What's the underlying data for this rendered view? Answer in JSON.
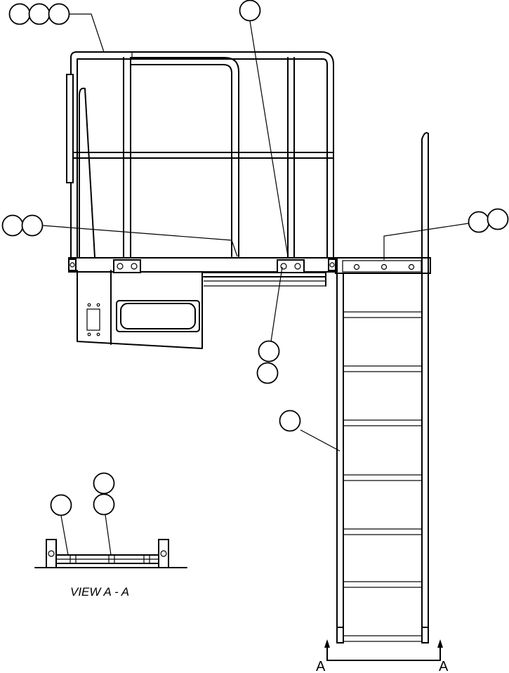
{
  "view_label": "VIEW A - A",
  "section_marker_left": "A",
  "section_marker_right": "A"
}
